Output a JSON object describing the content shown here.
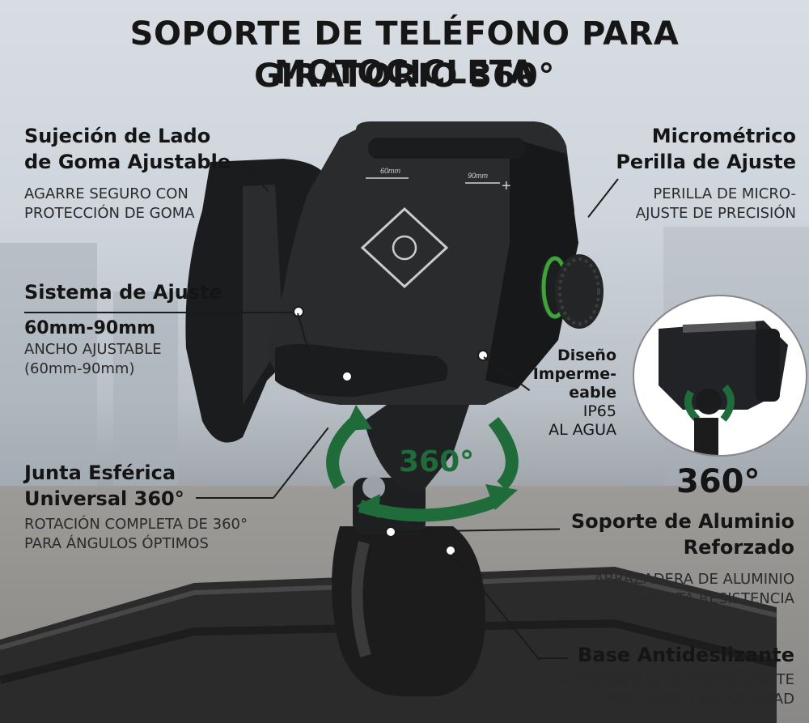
{
  "title_line1": "SOPORTE DE TELÉFONO PARA MOTOCICLETA",
  "title_line2": "GIRATORIO 360°",
  "features": {
    "grip": {
      "title1": "Sujeción de Lado",
      "title2": "de Goma Ajustable",
      "desc1": "AGARRE SEGURO CON",
      "desc2": "PROTECCIÓN DE GOMA"
    },
    "knob": {
      "title1": "Micrométrico",
      "title2": "Perilla de Ajuste",
      "desc1": "PERILLA DE MICRO-",
      "desc2": "AJUSTE DE PRECISIÓN"
    },
    "adjust": {
      "title": "Sistema de Ajuste",
      "range": "60mm-90mm",
      "desc1": "ANCHO AJUSTABLE",
      "desc2": "(60mm-90mm)"
    },
    "waterproof": {
      "line1": "Diseño",
      "line2": "Imperme-",
      "line3": "eable",
      "line4": "IP65",
      "line5": "AL AGUA"
    },
    "ball": {
      "title1": "Junta Esférica",
      "title2": "Universal 360°",
      "desc1": "ROTACIÓN COMPLETA DE 360°",
      "desc2": "PARA ÁNGULOS ÓPTIMOS"
    },
    "aluminum": {
      "title1": "Soporte de Aluminio",
      "title2": "Reforzado",
      "desc1": "ABRAZADERA DE ALUMINIO",
      "desc2": "DE ALTA RESISTENCIA"
    },
    "base": {
      "title": "Base Antideslizante",
      "desc1": "ALMOHADILLA ANTIDESLIZANTE",
      "desc2": "PARA MAYOR ESTABILIDAD"
    }
  },
  "device": {
    "mark_min": "60mm",
    "mark_max": "90mm",
    "mark_plus": "+",
    "rotation_badge": "360°"
  },
  "inset_caption": "360°",
  "colors": {
    "accent_green": "#1f6b3a",
    "ring_green": "#3fa33a",
    "mount_black": "#1e1f21"
  },
  "icons": [
    "phone-mount-illustration",
    "rotation-arrows-icon",
    "brand-logo-icon",
    "adjust-knob-icon"
  ]
}
